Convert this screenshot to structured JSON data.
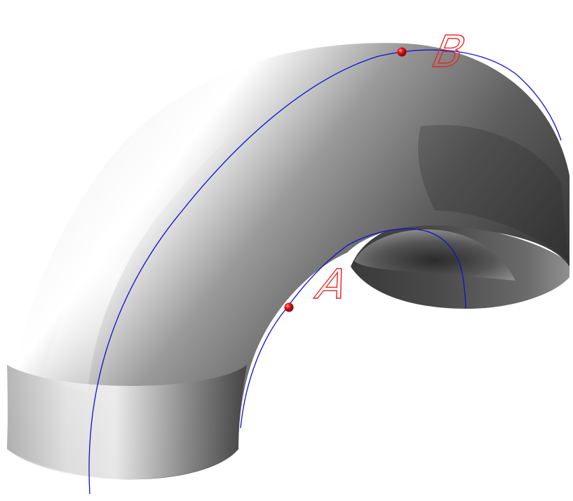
{
  "figure": {
    "surface_color": "#8f8f8f",
    "curve_color": "#1010d0",
    "point_color": "#e01010",
    "label_color": "#ee2222"
  },
  "points": [
    {
      "id": "A",
      "label": "A"
    },
    {
      "id": "B",
      "label": "B"
    }
  ]
}
